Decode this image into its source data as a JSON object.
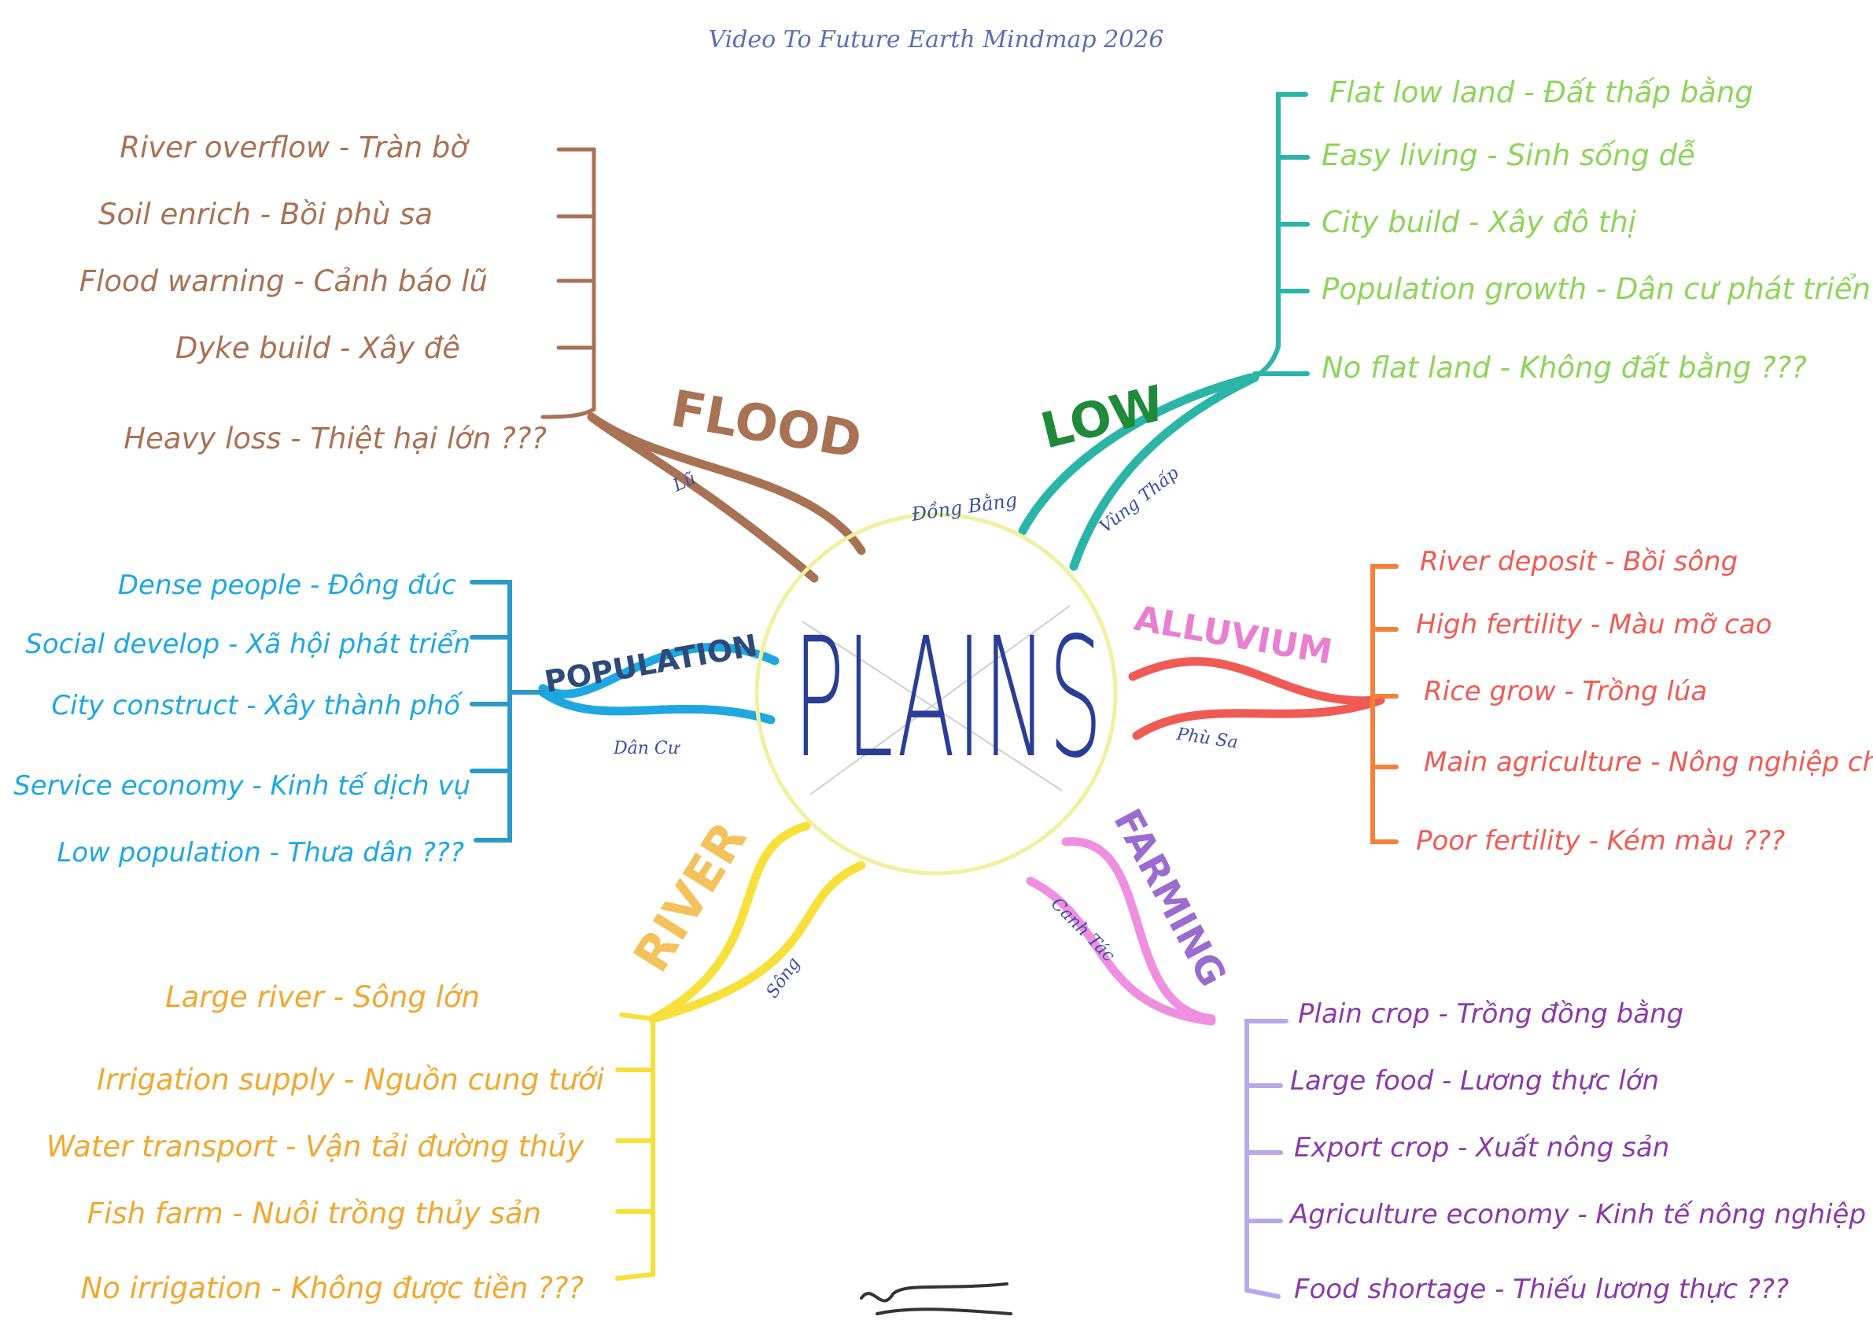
{
  "title": "Video To Future Earth Mindmap 2026",
  "center": {
    "label": "PLAINS",
    "sublabel": "Đồng Bằng"
  },
  "branches": {
    "flood": {
      "label": "FLOOD",
      "vi": "Lũ",
      "color": "#a87255",
      "items": [
        "River overflow - Tràn bờ",
        "Soil enrich - Bồi phù sa",
        "Flood warning - Cảnh báo lũ",
        "Dyke build - Xây đê",
        "Heavy loss - Thiệt hại lớn ???"
      ]
    },
    "low": {
      "label": "LOW",
      "vi": "Vùng Thấp",
      "color": "#2bb5a8",
      "item_color": "#8fd45a",
      "items": [
        "Flat low land - Đất thấp bằng",
        "Easy living - Sinh sống dễ",
        "City build - Xây đô thị",
        "Population growth - Dân cư phát triển",
        "No flat land - Không đất bằng ???"
      ]
    },
    "population": {
      "label": "POPULATION",
      "vi": "Dân Cư",
      "color": "#1fa8e0",
      "label_color": "#2d4a7a",
      "items": [
        "Dense people - Đông đúc",
        "Social develop - Xã hội phát triển",
        "City construct - Xây thành phố",
        "Service economy - Kinh tế dịch vụ",
        "Low population - Thưa dân ???"
      ]
    },
    "alluvium": {
      "label": "ALLUVIUM",
      "vi": "Phù Sa",
      "color": "#f05a55",
      "label_color": "#e87fd0",
      "items": [
        "River deposit - Bồi sông",
        "High fertility - Màu mỡ cao",
        "Rice grow - Trồng lúa",
        "Main agriculture - Nông nghiệp chính",
        "Poor fertility - Kém màu ???"
      ]
    },
    "river": {
      "label": "RIVER",
      "vi": "Sông",
      "color": "#f7e03a",
      "label_color": "#f3c25a",
      "item_color": "#f0a830",
      "items": [
        "Large river - Sông lớn",
        "Irrigation supply - Nguồn cung tưới",
        "Water transport - Vận tải đường thủy",
        "Fish farm - Nuôi trồng thủy sản",
        "No irrigation - Không được tiền ???"
      ]
    },
    "farming": {
      "label": "FARMING",
      "vi": "Canh Tác",
      "color": "#ef8fe0",
      "label_color": "#9a6cd0",
      "stem_color": "#b9a8e8",
      "item_color": "#8a3aa8",
      "items": [
        "Plain crop - Trồng đồng bằng",
        "Large food - Lương thực lớn",
        "Export crop - Xuất nông sản",
        "Agriculture economy - Kinh tế nông nghiệp",
        "Food shortage - Thiếu lương thực ???"
      ]
    }
  }
}
